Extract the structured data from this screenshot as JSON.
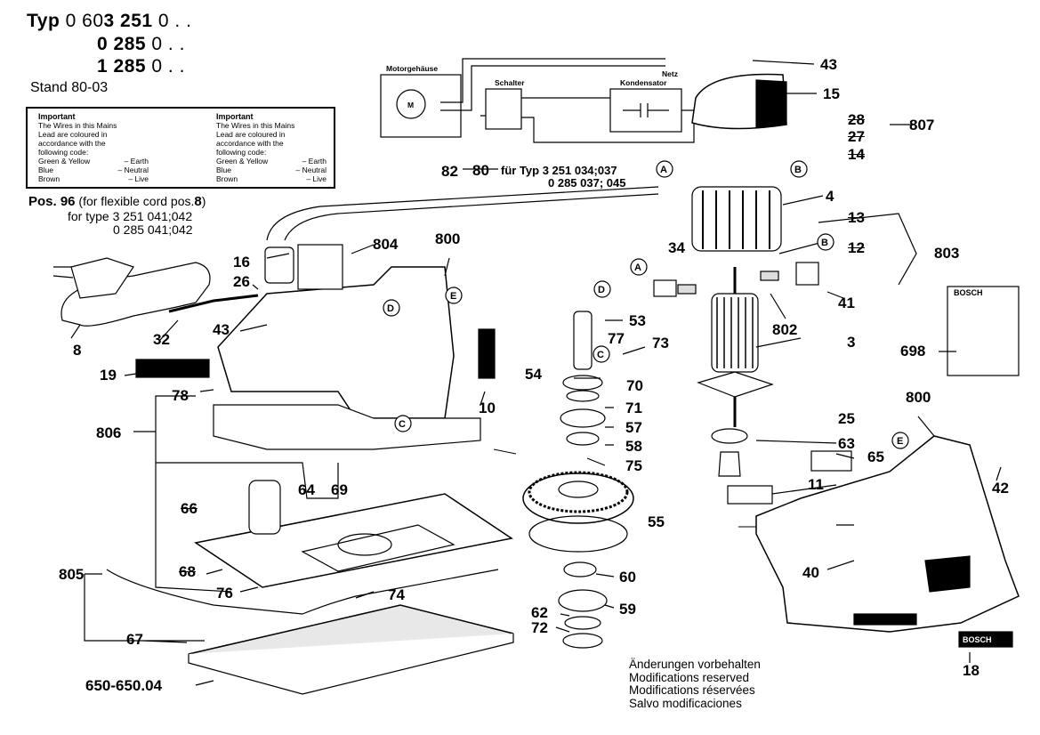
{
  "header": {
    "typ_label": "Typ",
    "typ_lines": [
      {
        "light": "0 603",
        "bold": "251",
        "suffix": "0 . ."
      },
      {
        "light": "",
        "bold": "0 285",
        "suffix": "0 . ."
      },
      {
        "light": "",
        "bold": "1 285",
        "suffix": "0 . ."
      }
    ],
    "row1_prefix_light": "0 60",
    "row1_bold": "3 251",
    "row1_suffix": "0 . .",
    "row2": "0 285",
    "row2_suffix": "0 . .",
    "row3": "1 285",
    "row3_suffix": "0 . .",
    "stand": "Stand 80-03"
  },
  "important_box": {
    "columns": [
      {
        "title": "Important",
        "text": [
          "The Wires in this Mains",
          "Lead are coloured in",
          "accordance with the",
          "following code:"
        ],
        "codes": [
          {
            "color": "Green & Yellow",
            "meaning": "– Earth"
          },
          {
            "color": "Blue",
            "meaning": "– Neutral"
          },
          {
            "color": "Brown",
            "meaning": "– Live"
          }
        ]
      },
      {
        "title": "Important",
        "text": [
          "The Wires in this Mains",
          "Lead are coloured in",
          "accordance with the",
          "following code:"
        ],
        "codes": [
          {
            "color": "Green & Yellow",
            "meaning": "– Earth"
          },
          {
            "color": "Blue",
            "meaning": "– Neutral"
          },
          {
            "color": "Brown",
            "meaning": "– Live"
          }
        ]
      }
    ]
  },
  "pos96": {
    "label": "Pos. 96",
    "note": "(for flexible cord pos.",
    "note_num": "8",
    "note_end": ")",
    "line2": "for type 3 251 041;042",
    "line3": "0 285 041;042"
  },
  "typ80": {
    "line1": "für Typ  3 251 034;037",
    "line2": "0 285 037; 045"
  },
  "circuit": {
    "motor": "Motorgehäuse",
    "switch": "Schalter",
    "capacitor": "Kondensator",
    "mains": "Netz",
    "motor_symbol": "M"
  },
  "part_labels": [
    "43",
    "15",
    "28",
    "27",
    "14",
    "807",
    "4",
    "13",
    "12",
    "803",
    "41",
    "34",
    "802",
    "3",
    "698",
    "16",
    "804",
    "800",
    "26",
    "43",
    "8",
    "32",
    "19",
    "53",
    "77",
    "73",
    "70",
    "54",
    "71",
    "57",
    "58",
    "75",
    "10",
    "78",
    "806",
    "63",
    "65",
    "25",
    "66",
    "64",
    "69",
    "11",
    "55",
    "800",
    "42",
    "40",
    "805",
    "68",
    "76",
    "74",
    "60",
    "59",
    "62",
    "72",
    "67",
    "650-650.04",
    "18",
    "82",
    "80"
  ],
  "part_numbers": {
    "p43a": "43",
    "p15": "15",
    "p28": "28",
    "p27": "27",
    "p14": "14",
    "p807": "807",
    "p4": "4",
    "p13": "13",
    "p12": "12",
    "p803": "803",
    "p41": "41",
    "p34": "34",
    "p802": "802",
    "p3": "3",
    "p698": "698",
    "p16": "16",
    "p804": "804",
    "p800a": "800",
    "p26": "26",
    "p43b": "43",
    "p8": "8",
    "p32": "32",
    "p19": "19",
    "p53": "53",
    "p77": "77",
    "p73": "73",
    "p70": "70",
    "p54": "54",
    "p71": "71",
    "p57": "57",
    "p58": "58",
    "p75": "75",
    "p10": "10",
    "p78": "78",
    "p806": "806",
    "p63": "63",
    "p65": "65",
    "p25": "25",
    "p66": "66",
    "p64": "64",
    "p69": "69",
    "p11": "11",
    "p55": "55",
    "p800b": "800",
    "p42": "42",
    "p40": "40",
    "p805": "805",
    "p68": "68",
    "p76": "76",
    "p74": "74",
    "p60": "60",
    "p59": "59",
    "p62": "62",
    "p72": "72",
    "p67": "67",
    "p650": "650-650.04",
    "p18": "18",
    "p82": "82",
    "p80": "80"
  },
  "callouts": {
    "A": "A",
    "B": "B",
    "C": "C",
    "D": "D",
    "E": "E"
  },
  "brand": {
    "bosch_card": "BOSCH",
    "bosch_badge": "BOSCH"
  },
  "modifications": [
    "Änderungen vorbehalten",
    "Modifications reserved",
    "Modifications réservées",
    "Salvo modificaciones"
  ]
}
